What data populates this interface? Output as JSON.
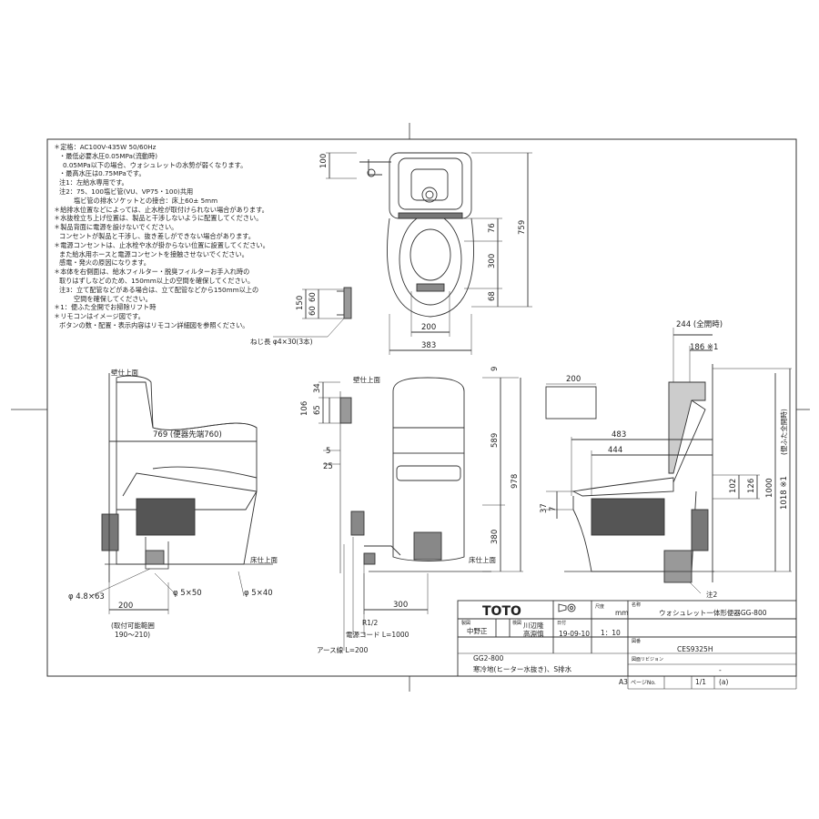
{
  "notes": [
    "＊定格：AC100V-435W 50/60Hz",
    "・最低必要水圧0.05MPa(流動時)",
    "0.05MPa以下の場合、ウォシュレットの水勢が弱くなります。",
    "・最高水圧は0.75MPaです。",
    "注1：左給水専用です。",
    "注2：75、100塩ビ管(VU、VP75・100)共用",
    "塩ビ管の排水ソケットとの接合：床上60± 5mm",
    "＊給排水位置などによっては、止水栓が取付けられない場合があります。",
    "＊水抜栓立ち上げ位置は、製品と干渉しないように配置してください。",
    "＊製品背面に電源を設けないでください。",
    "コンセントが製品と干渉し、抜き差しができない場合があります。",
    "＊電源コンセントは、止水栓や水が掛からない位置に設置してください。",
    "また給水用ホースと電源コンセントを接触させないでください。",
    "感電・発火の原因になります。",
    "＊本体を右側面は、給水フィルター・脱臭フィルターお手入れ時の",
    "取りはずしなどのため、150mm以上の空間を確保してください。",
    "注3：立て配管などがある場合は、立て配管などから150mm以上の",
    "空間を確保してください。",
    "＊1：便ふた全開でお掃除リフト時",
    "＊リモコンはイメージ図です。",
    "ボタンの数・配置・表示内容はリモコン詳細図を参照ください。"
  ],
  "dims": {
    "d100": "100",
    "d759": "759",
    "d76": "76",
    "d300": "300",
    "d68": "68",
    "d200top": "200",
    "d383": "383",
    "d150": "150",
    "d60a": "60",
    "d60b": "60",
    "screw": "ねじ長 φ4×30(3本)",
    "d244": "244 (全開時)",
    "d186": "186 ※1",
    "wall_left": "壁仕上面",
    "wall_mid": "壁仕上面",
    "d769": "769 (便器先端760)",
    "d9": "9",
    "d34": "34",
    "d106": "106",
    "d65": "65",
    "d5": "5",
    "d25": "25",
    "d589": "589",
    "d978": "978",
    "d380": "380",
    "d200r": "200",
    "d483": "483",
    "d444": "444",
    "d102": "102",
    "d126": "126",
    "d1000": "1000",
    "d1018": "1018 ※1",
    "d1018_note": "(便ふた全開時)",
    "d37": "37",
    "d7": "7",
    "floor_left": "床仕上面",
    "floor_mid": "床仕上面",
    "phi48": "φ 4.8×63",
    "phi5a": "φ 5×50",
    "phi5b": "φ 5×40",
    "d200b": "200",
    "range_a": "(取付可能範囲",
    "range_b": "190〜210)",
    "d300b": "300",
    "r12": "R1/2",
    "cord": "電源コード L=1000",
    "earth": "アース線 L=200",
    "note2": "注2"
  },
  "title_block": {
    "logo": "TOTO",
    "scale_label": "尺度",
    "unit": "mm",
    "name_label": "名称",
    "product_name": "ウォシュレット一体形便器GG-800",
    "drawn_label": "製図",
    "drawn_by": "中野正",
    "checked_label": "検図",
    "checked_by_a": "川辺隆",
    "checked_by_b": "高淵慎",
    "date_label": "日付",
    "date": "19-09-10",
    "scale": "1：10",
    "code_label": "図番",
    "code": "CES9325H",
    "model": "GG2-800",
    "desc": "寒冷地(ヒーター水抜き)、S排水",
    "rev_label": "図面リビジョン",
    "rev": "-",
    "paper": "A3",
    "page_label": "ページNo.",
    "page": "1/1",
    "page_mark": "(a)"
  }
}
